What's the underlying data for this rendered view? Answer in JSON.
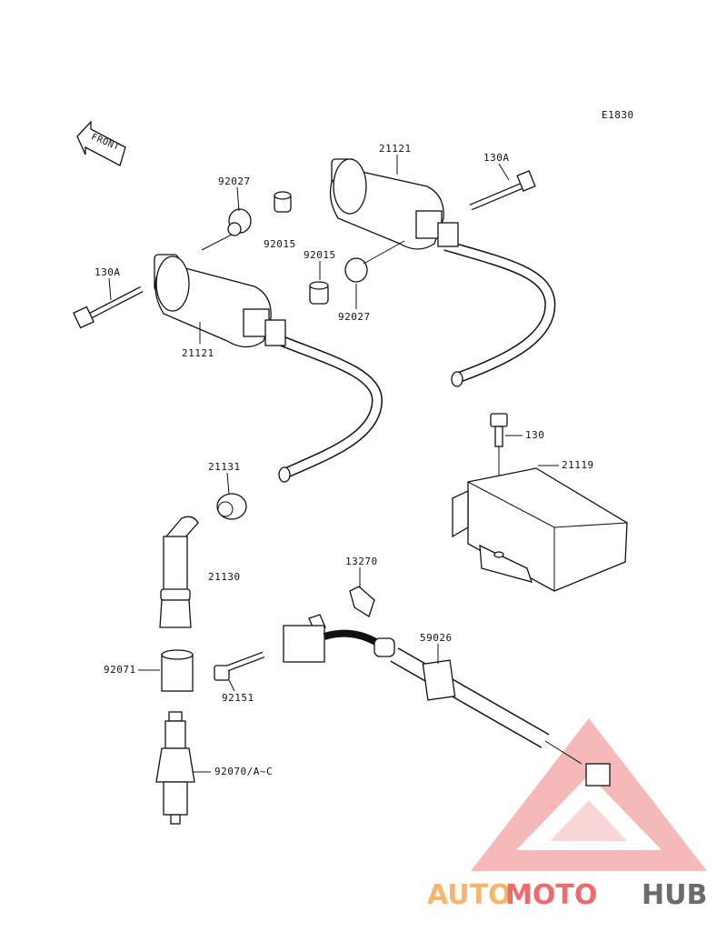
{
  "diagram_code": "E1830",
  "front_label": "FRONT",
  "labels": {
    "coil_right": "21121",
    "bolt_right": "130A",
    "collar_top": "92027",
    "grommet_top": "92015",
    "grommet_mid": "92015",
    "collar_mid": "92027",
    "bolt_left": "130A",
    "coil_left": "21121",
    "bolt_igniter": "130",
    "igniter": "21119",
    "cap_nut": "21131",
    "plug_cap": "21130",
    "bracket": "13270",
    "clamp": "59026",
    "boot": "92071",
    "bolt_reg": "92151",
    "spark_plug": "92070/A~C"
  },
  "watermark": {
    "part1": "AUTO",
    "part2": "MOTO",
    "part3": "HUB",
    "color1": "#f5b56a",
    "color2": "#ef6b6b",
    "color3": "#6b6b6b",
    "triangle_color": "#ee3b3b"
  }
}
